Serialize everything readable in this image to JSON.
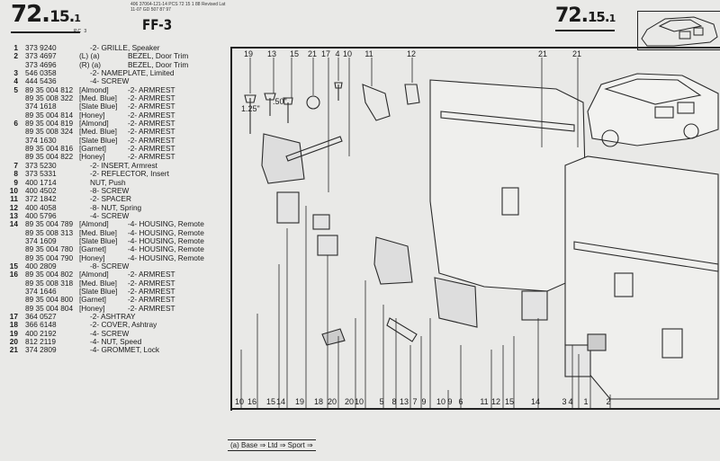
{
  "header": {
    "section_main": "72.",
    "section_sub": "15.",
    "section_minor": "1",
    "pc_code": "PC 3",
    "catalog_codes": "406 37064-121-14 PCS 72 15 1 88 Revised Lat 11-07 GD 507 87 97",
    "model_code": "FF-3"
  },
  "parts": [
    {
      "no": "1",
      "part": "373 9240",
      "color": "",
      "desc": "-2- GRILLE, Speaker"
    },
    {
      "no": "2",
      "part": "373 4697",
      "color": "(L) (a)",
      "desc": "BEZEL, Door Trim"
    },
    {
      "no": "",
      "part": "373 4696",
      "color": "(R) (a)",
      "desc": "BEZEL, Door Trim"
    },
    {
      "no": "3",
      "part": "546 0358",
      "color": "",
      "desc": "-2- NAMEPLATE, Limited"
    },
    {
      "no": "4",
      "part": "444 5436",
      "color": "",
      "desc": "-4- SCREW"
    },
    {
      "no": "5",
      "part": "89 35 004 812",
      "color": "[Almond]",
      "desc": "-2- ARMREST"
    },
    {
      "no": "",
      "part": "89 35 008 322",
      "color": "[Med. Blue]",
      "desc": "-2- ARMREST"
    },
    {
      "no": "",
      "part": "374 1618",
      "color": "[Slate Blue]",
      "desc": "-2- ARMREST"
    },
    {
      "no": "",
      "part": "89 35 004 814",
      "color": "[Honey]",
      "desc": "-2- ARMREST"
    },
    {
      "no": "6",
      "part": "89 35 004 819",
      "color": "[Almond]",
      "desc": "-2- ARMREST"
    },
    {
      "no": "",
      "part": "89 35 008 324",
      "color": "[Med. Blue]",
      "desc": "-2- ARMREST"
    },
    {
      "no": "",
      "part": "374 1630",
      "color": "[Slate Blue]",
      "desc": "-2- ARMREST"
    },
    {
      "no": "",
      "part": "89 35 004 816",
      "color": "[Garnet]",
      "desc": "-2- ARMREST"
    },
    {
      "no": "",
      "part": "89 35 004 822",
      "color": "[Honey]",
      "desc": "-2- ARMREST"
    },
    {
      "no": "7",
      "part": "373 5230",
      "color": "",
      "desc": "-2- INSERT, Armrest"
    },
    {
      "no": "8",
      "part": "373 5331",
      "color": "",
      "desc": "-2- REFLECTOR, Insert"
    },
    {
      "no": "9",
      "part": "400 1714",
      "color": "",
      "desc": "NUT, Push"
    },
    {
      "no": "10",
      "part": "400 4502",
      "color": "",
      "desc": "-8- SCREW"
    },
    {
      "no": "11",
      "part": "372 1842",
      "color": "",
      "desc": "-2- SPACER"
    },
    {
      "no": "12",
      "part": "400 4058",
      "color": "",
      "desc": "-8- NUT, Spring"
    },
    {
      "no": "13",
      "part": "400 5796",
      "color": "",
      "desc": "-4- SCREW"
    },
    {
      "no": "14",
      "part": "89 35 004 789",
      "color": "[Almond]",
      "desc": "-4- HOUSING, Remote"
    },
    {
      "no": "",
      "part": "89 35 008 313",
      "color": "[Med. Blue]",
      "desc": "-4- HOUSING, Remote"
    },
    {
      "no": "",
      "part": "374 1609",
      "color": "[Slate Blue]",
      "desc": "-4- HOUSING, Remote"
    },
    {
      "no": "",
      "part": "89 35 004 780",
      "color": "[Garnet]",
      "desc": "-4- HOUSING, Remote"
    },
    {
      "no": "",
      "part": "89 35 004 790",
      "color": "[Honey]",
      "desc": "-4- HOUSING, Remote"
    },
    {
      "no": "15",
      "part": "400 2809",
      "color": "",
      "desc": "-8- SCREW"
    },
    {
      "no": "16",
      "part": "89 35 004 802",
      "color": "[Almond]",
      "desc": "-2- ARMREST"
    },
    {
      "no": "",
      "part": "89 35 008 318",
      "color": "[Med. Blue]",
      "desc": "-2- ARMREST"
    },
    {
      "no": "",
      "part": "374 1646",
      "color": "[Slate Blue]",
      "desc": "-2- ARMREST"
    },
    {
      "no": "",
      "part": "89 35 004 800",
      "color": "[Garnet]",
      "desc": "-2- ARMREST"
    },
    {
      "no": "",
      "part": "89 35 004 804",
      "color": "[Honey]",
      "desc": "-2- ARMREST"
    },
    {
      "no": "17",
      "part": "364 0527",
      "color": "",
      "desc": "-2- ASHTRAY"
    },
    {
      "no": "18",
      "part": "366 6148",
      "color": "",
      "desc": "-2- COVER, Ashtray"
    },
    {
      "no": "19",
      "part": "400 2192",
      "color": "",
      "desc": "-4- SCREW"
    },
    {
      "no": "20",
      "part": "812 2119",
      "color": "",
      "desc": "-4- NUT, Speed"
    },
    {
      "no": "21",
      "part": "374 2809",
      "color": "",
      "desc": "-4- GROMMET, Lock"
    }
  ],
  "diagram": {
    "top_callouts": [
      "19",
      "13",
      "15",
      "21",
      "17",
      "4",
      "10",
      "11",
      "12",
      "21",
      "21"
    ],
    "bottom_callouts": [
      "10",
      "16",
      "15",
      "14",
      "19",
      "18",
      "20",
      "20",
      "10",
      "5",
      "8",
      "13",
      "7",
      "9",
      "10",
      "9",
      "6",
      "11",
      "12",
      "15",
      "14",
      "3",
      "4",
      "1",
      "2"
    ],
    "dim_125": "1.25\"",
    "dim_50": ".50\""
  },
  "legend": "(a) Base ⇒ Ltd ⇒ Sport ⇒"
}
